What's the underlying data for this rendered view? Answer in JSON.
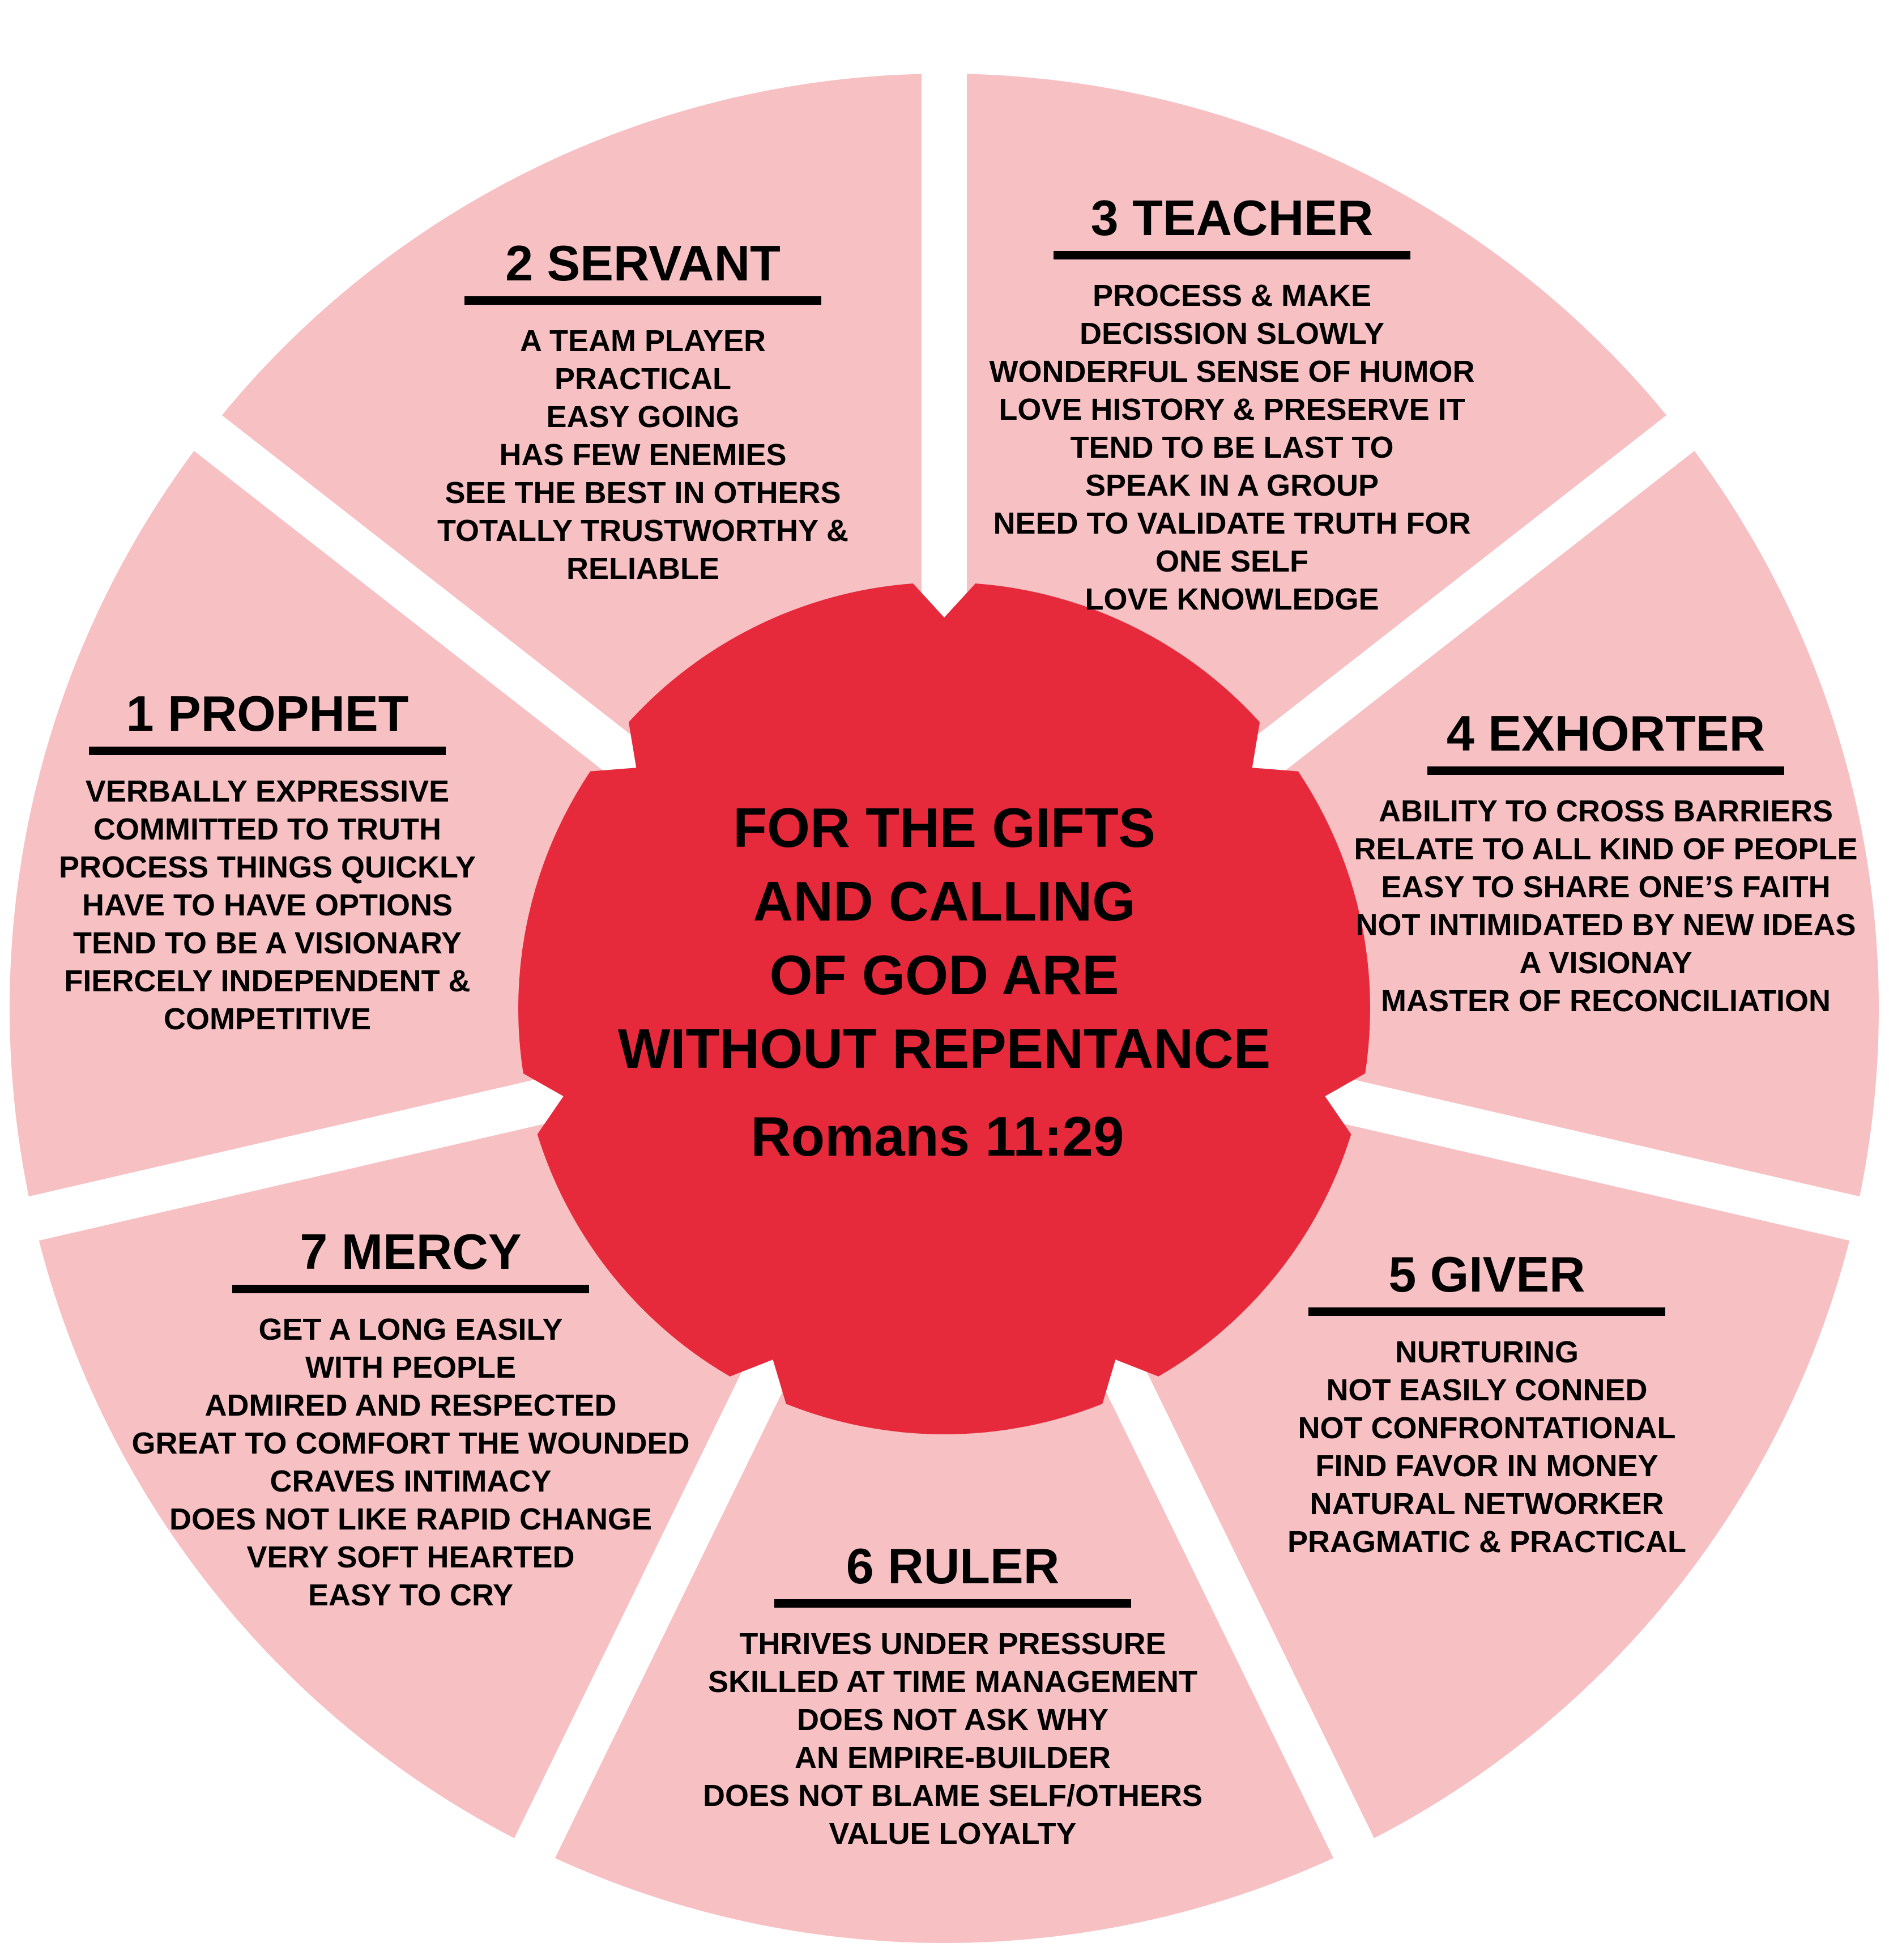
{
  "colors": {
    "segment_fill": "#f7c0c3",
    "center_fill": "#e62a3b",
    "gap": "#ffffff",
    "text": "#000000"
  },
  "center": {
    "lines": [
      "FOR THE GIFTS",
      "AND CALLING",
      "OF GOD ARE",
      "WITHOUT REPENTANCE"
    ],
    "reference": "Romans 11:29"
  },
  "segments": [
    {
      "title": "1 PROPHET",
      "lines": [
        "VERBALLY EXPRESSIVE",
        "COMMITTED TO TRUTH",
        "PROCESS THINGS QUICKLY",
        "HAVE TO HAVE OPTIONS",
        "TEND TO BE A VISIONARY",
        "FIERCELY INDEPENDENT &",
        "COMPETITIVE"
      ]
    },
    {
      "title": "2 SERVANT",
      "lines": [
        "A TEAM PLAYER",
        "PRACTICAL",
        "EASY GOING",
        "HAS FEW ENEMIES",
        "SEE THE BEST IN OTHERS",
        "TOTALLY TRUSTWORTHY &",
        "RELIABLE"
      ]
    },
    {
      "title": "3 TEACHER",
      "lines": [
        "PROCESS & MAKE",
        "DECISSION SLOWLY",
        "WONDERFUL SENSE OF HUMOR",
        "LOVE HISTORY & PRESERVE IT",
        "TEND TO BE LAST TO",
        "SPEAK IN A GROUP",
        "NEED TO VALIDATE TRUTH FOR",
        "ONE SELF",
        "LOVE KNOWLEDGE"
      ]
    },
    {
      "title": "4 EXHORTER",
      "lines": [
        "ABILITY TO CROSS BARRIERS",
        "RELATE TO ALL KIND OF PEOPLE",
        "EASY TO SHARE ONE’S FAITH",
        "NOT INTIMIDATED BY NEW IDEAS",
        "A VISIONAY",
        "MASTER OF RECONCILIATION"
      ]
    },
    {
      "title": "5 GIVER",
      "lines": [
        "NURTURING",
        "NOT EASILY CONNED",
        "NOT CONFRONTATIONAL",
        "FIND FAVOR IN MONEY",
        "NATURAL NETWORKER",
        "PRAGMATIC & PRACTICAL"
      ]
    },
    {
      "title": "6 RULER",
      "lines": [
        "THRIVES UNDER PRESSURE",
        "SKILLED AT TIME MANAGEMENT",
        "DOES NOT ASK WHY",
        "AN EMPIRE-BUILDER",
        "DOES NOT BLAME SELF/OTHERS",
        "VALUE LOYALTY"
      ]
    },
    {
      "title": "7 MERCY",
      "lines": [
        "GET A LONG EASILY",
        "WITH PEOPLE",
        "ADMIRED AND RESPECTED",
        "GREAT TO COMFORT THE WOUNDED",
        "CRAVES INTIMACY",
        "DOES NOT LIKE RAPID CHANGE",
        "VERY SOFT HEARTED",
        "EASY TO CRY"
      ]
    }
  ]
}
